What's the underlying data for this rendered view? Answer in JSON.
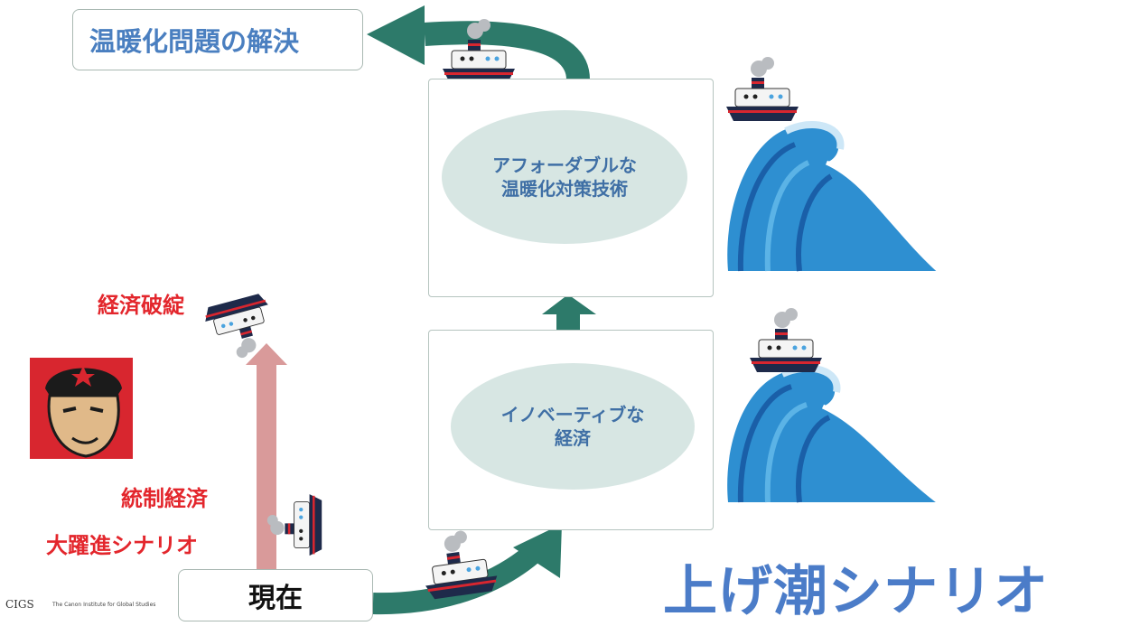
{
  "goal": {
    "label": "温暖化問題の解決"
  },
  "stages": [
    {
      "label_line1": "アフォーダブルな",
      "label_line2": "温暖化対策技術"
    },
    {
      "label_line1": "イノベーティブな",
      "label_line2": "経済"
    }
  ],
  "current": {
    "label": "現在"
  },
  "crash": {
    "label": "経済破綻"
  },
  "controlled": {
    "label": "統制経済"
  },
  "leap": {
    "label": "大躍進シナリオ"
  },
  "scenario_title": "上げ潮シナリオ",
  "logo": {
    "name": "CIGS",
    "subtitle": "The Canon Institute for Global Studies"
  },
  "colors": {
    "arrow_green": "#2d7a6a",
    "arrow_pink": "#d99a9a",
    "red_text": "#e3262c",
    "blue_title": "#4b7cc8",
    "ellipse": "#d7e6e3"
  }
}
